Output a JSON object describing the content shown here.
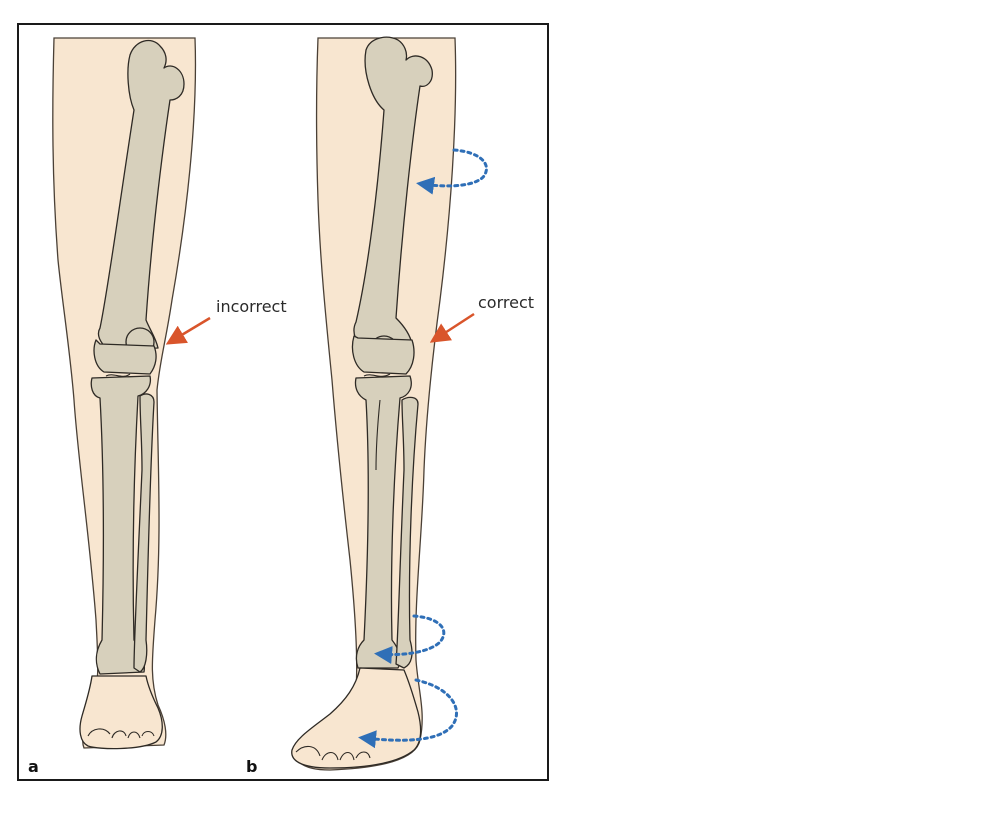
{
  "figure": {
    "panels": [
      {
        "letter": "a",
        "annotation": "incorrect"
      },
      {
        "letter": "b",
        "annotation": "correct"
      }
    ],
    "colors": {
      "frame": "#1a1a1a",
      "skin": "#f8e6d0",
      "bone": "#d7d0bc",
      "outline": "#2e2a25",
      "annotation_arrow": "#d9552b",
      "rotation_arrow": "#2f6fb7"
    },
    "rotation_indicators": [
      "thigh-rotation",
      "ankle-rotation",
      "foot-rotation"
    ]
  }
}
